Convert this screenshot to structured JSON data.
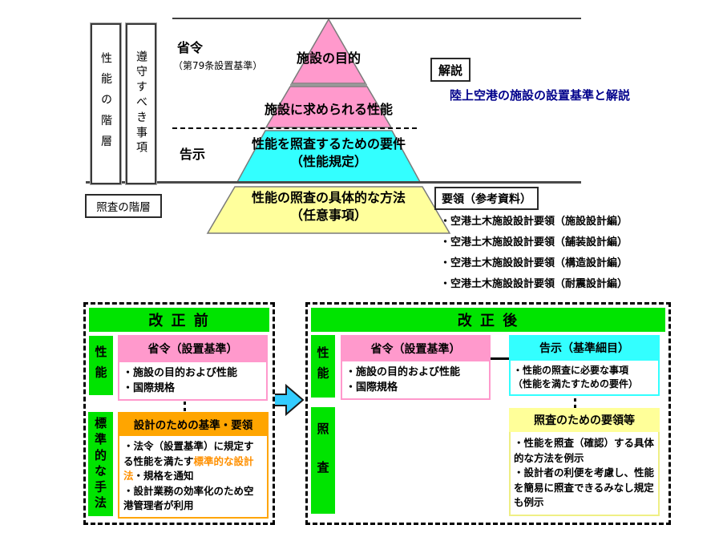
{
  "colors": {
    "green": "#00e400",
    "pink": "#ff99cc",
    "cyan": "#33ffff",
    "yellow": "#ffff9c",
    "orange": "#ffa500",
    "orange_text": "#ff9000",
    "arrow_cyan": "#33ccff",
    "title_blue": "#00008b"
  },
  "hierarchy": {
    "performance_axis": "性能の階層",
    "compliance_axis": "遵守すべき事項",
    "review_axis": "照査の階層",
    "ministry_label": "省令",
    "ministry_note": "（第79条設置基準）",
    "notice_label": "告示",
    "pyramid": {
      "level1": "施設の目的",
      "level2": "施設に求められる性能",
      "level3_line1": "性能を照査するための要件",
      "level3_line2": "（性能規定）",
      "level4_line1": "性能の照査の具体的な方法",
      "level4_line2": "（任意事項）"
    },
    "commentary_label": "解説",
    "commentary_title": "陸上空港の施設の設置基準と解説",
    "guideline_label": "要領（参考資料）",
    "guideline_items": [
      "・空港土木施設設計要領（施設設計編）",
      "・空港土木施設設計要領（舗装設計編）",
      "・空港土木施設設計要領（構造設計編）",
      "・空港土木施設設計要領（耐震設計編）"
    ]
  },
  "before": {
    "title": "改 正 前",
    "row1_label": "性能",
    "row2_label": "標準的な手法",
    "ministry_box": {
      "header": "省令（設置基準）",
      "item1": "・施設の目的および性能",
      "item2": "・国際規格"
    },
    "design_box": {
      "header": "設計のための基準・要領",
      "item1_pre": "・法令（設置基準）に規定する性能を満たす",
      "item1_highlight": "標準的な設計法",
      "item1_post": "・規格を通知",
      "item2": "・設計業務の効率化のため空港管理者が利用"
    }
  },
  "after": {
    "title": "改 正 後",
    "row1_label": "性能",
    "row2_label": "照査",
    "ministry_box": {
      "header": "省令（設置基準）",
      "item1": "・施設の目的および性能",
      "item2": "・国際規格"
    },
    "notice_box": {
      "header": "告示（基準細目）",
      "line1": "・性能の照査に必要な事項",
      "line2": "（性能を満たすための要件）"
    },
    "review_box": {
      "header": "照査のための要領等",
      "item1": "・性能を照査（確認）する具体的な方法を例示",
      "item2": "・設計者の利便を考慮し、性能を簡易に照査できるみなし規定も例示"
    }
  }
}
